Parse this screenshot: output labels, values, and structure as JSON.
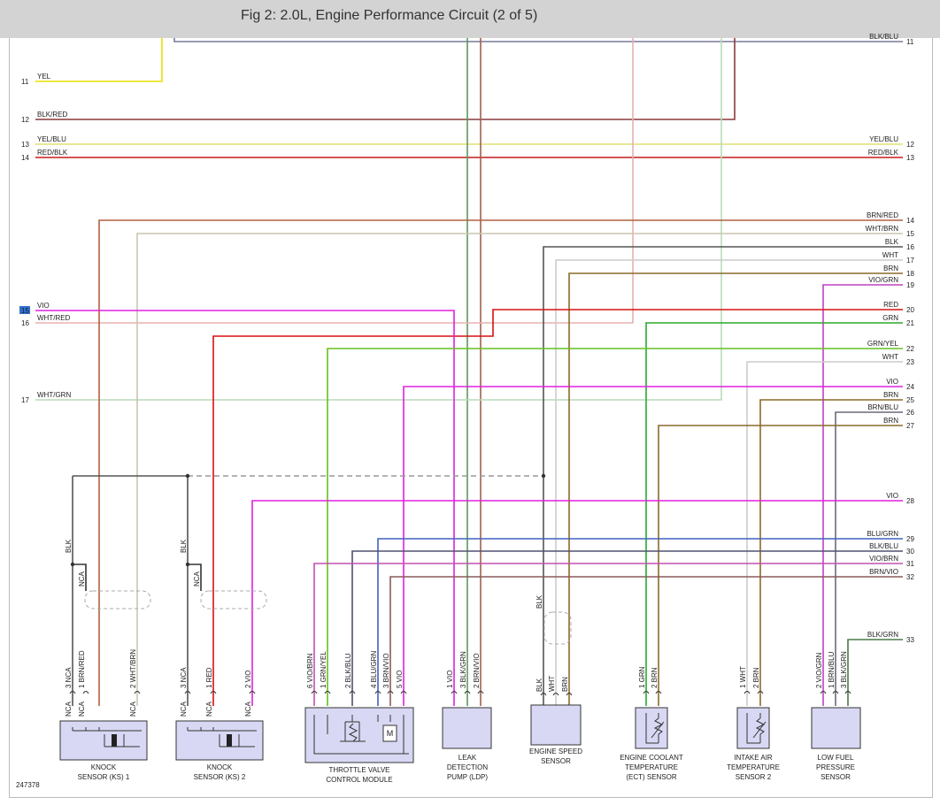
{
  "header": {
    "title": "Fig 2: 2.0L, Engine Performance Circuit (2 of 5)"
  },
  "doc_id": "247378",
  "colors": {
    "YEL": "#e8e000",
    "BLK": "#333333",
    "RED": "#d81010",
    "VIO": "#e020e0",
    "GRN": "#2aa82a",
    "BRN": "#8a6a2a",
    "WHT": "#c8c8c8",
    "BLK_RED": "#8a2a2a",
    "YEL_BLU": "#dcdc80",
    "RED_BLK": "#c81818",
    "BRN_RED": "#b06040",
    "WHT_BRN": "#ccc4b0",
    "WHT_RED": "#e8b0b0",
    "WHT_GRN": "#b8dcb8",
    "VIO_GRN": "#c040c0",
    "GRN_YEL": "#66c020",
    "BRN_BLU": "#6a6a7a",
    "BLU_GRN": "#4060c0",
    "BLK_BLU": "#505070",
    "VIO_BRN": "#c050b0",
    "BRN_VIO": "#8a5a5a",
    "BLK_GRN": "#4a7a4a",
    "BLU": "#4040c0",
    "HIGHLIGHT": "#3070d0"
  },
  "left_wires": [
    {
      "num": "11",
      "label": "YEL"
    },
    {
      "num": "12",
      "label": "BLK/RED"
    },
    {
      "num": "13",
      "label": "YEL/BLU"
    },
    {
      "num": "14",
      "label": "RED/BLK"
    },
    {
      "num": "15",
      "label": "VIO"
    },
    {
      "num": "16",
      "label": "WHT/RED"
    },
    {
      "num": "17",
      "label": "WHT/GRN"
    }
  ],
  "right_wires": [
    {
      "num": "11",
      "label": "BLK/BLU"
    },
    {
      "num": "12",
      "label": "YEL/BLU"
    },
    {
      "num": "13",
      "label": "RED/BLK"
    },
    {
      "num": "14",
      "label": "BRN/RED"
    },
    {
      "num": "15",
      "label": "WHT/BRN"
    },
    {
      "num": "16",
      "label": "BLK"
    },
    {
      "num": "17",
      "label": "WHT"
    },
    {
      "num": "18",
      "label": "BRN"
    },
    {
      "num": "19",
      "label": "VIO/GRN"
    },
    {
      "num": "20",
      "label": "RED"
    },
    {
      "num": "21",
      "label": "GRN"
    },
    {
      "num": "22",
      "label": "GRN/YEL"
    },
    {
      "num": "23",
      "label": "WHT"
    },
    {
      "num": "24",
      "label": "VIO"
    },
    {
      "num": "25",
      "label": "BRN"
    },
    {
      "num": "26",
      "label": "BRN/BLU"
    },
    {
      "num": "27",
      "label": "BRN"
    },
    {
      "num": "28",
      "label": "VIO"
    },
    {
      "num": "29",
      "label": "BLU/GRN"
    },
    {
      "num": "30",
      "label": "BLK/BLU"
    },
    {
      "num": "31",
      "label": "VIO/BRN"
    },
    {
      "num": "32",
      "label": "BRN/VIO"
    },
    {
      "num": "33",
      "label": "BLK/GRN"
    }
  ],
  "drop_labels": {
    "ks1_blk": "BLK",
    "ks1_nca": "NCA",
    "ks2_blk": "BLK",
    "ks2_nca": "NCA",
    "ess_blk": "BLK"
  },
  "components": {
    "ks1": {
      "line1": "KNOCK",
      "line2": "SENSOR (KS) 1",
      "pins": [
        {
          "num": "3",
          "label": "NCA"
        },
        {
          "num": "1",
          "label": "BRN/RED"
        },
        {
          "num": "2",
          "label": "WHT/BRN"
        }
      ],
      "bottom": [
        "NCA",
        "NCA",
        "NCA"
      ]
    },
    "ks2": {
      "line1": "KNOCK",
      "line2": "SENSOR (KS) 2",
      "pins": [
        {
          "num": "3",
          "label": "NCA"
        },
        {
          "num": "1",
          "label": "RED"
        },
        {
          "num": "2",
          "label": "VIO"
        }
      ],
      "bottom": [
        "NCA",
        "NCA",
        "NCA"
      ]
    },
    "tvcm": {
      "line1": "THROTTLE VALVE",
      "line2": "CONTROL MODULE",
      "pins": [
        {
          "num": "6",
          "label": "VIO/BRN"
        },
        {
          "num": "1",
          "label": "GRN/YEL"
        },
        {
          "num": "2",
          "label": "BLK/BLU"
        },
        {
          "num": "4",
          "label": "BLU/GRN"
        },
        {
          "num": "3",
          "label": "BRN/VIO"
        },
        {
          "num": "5",
          "label": "VIO"
        }
      ],
      "motor": "M"
    },
    "ldp": {
      "line1": "LEAK",
      "line2": "DETECTION",
      "line3": "PUMP (LDP)",
      "pins": [
        {
          "num": "1",
          "label": "VIO"
        },
        {
          "num": "3",
          "label": "BLK/GRN"
        },
        {
          "num": "2",
          "label": "BRN/VIO"
        }
      ]
    },
    "ess": {
      "line1": "ENGINE SPEED",
      "line2": "SENSOR",
      "pins": [
        {
          "label": "BLK"
        },
        {
          "label": "WHT"
        },
        {
          "label": "BRN"
        }
      ]
    },
    "ect": {
      "line1": "ENGINE COOLANT",
      "line2": "TEMPERATURE",
      "line3": "(ECT) SENSOR",
      "pins": [
        {
          "num": "1",
          "label": "GRN"
        },
        {
          "num": "2",
          "label": "BRN"
        }
      ]
    },
    "iat": {
      "line1": "INTAKE AIR",
      "line2": "TEMPERATURE",
      "line3": "SENSOR 2",
      "pins": [
        {
          "num": "1",
          "label": "WHT"
        },
        {
          "num": "2",
          "label": "BRN"
        }
      ]
    },
    "lfps": {
      "line1": "LOW FUEL",
      "line2": "PRESSURE",
      "line3": "SENSOR",
      "pins": [
        {
          "num": "2",
          "label": "VIO/GRN"
        },
        {
          "num": "1",
          "label": "BRN/BLU"
        },
        {
          "num": "3",
          "label": "BLK/GRN"
        }
      ]
    }
  }
}
